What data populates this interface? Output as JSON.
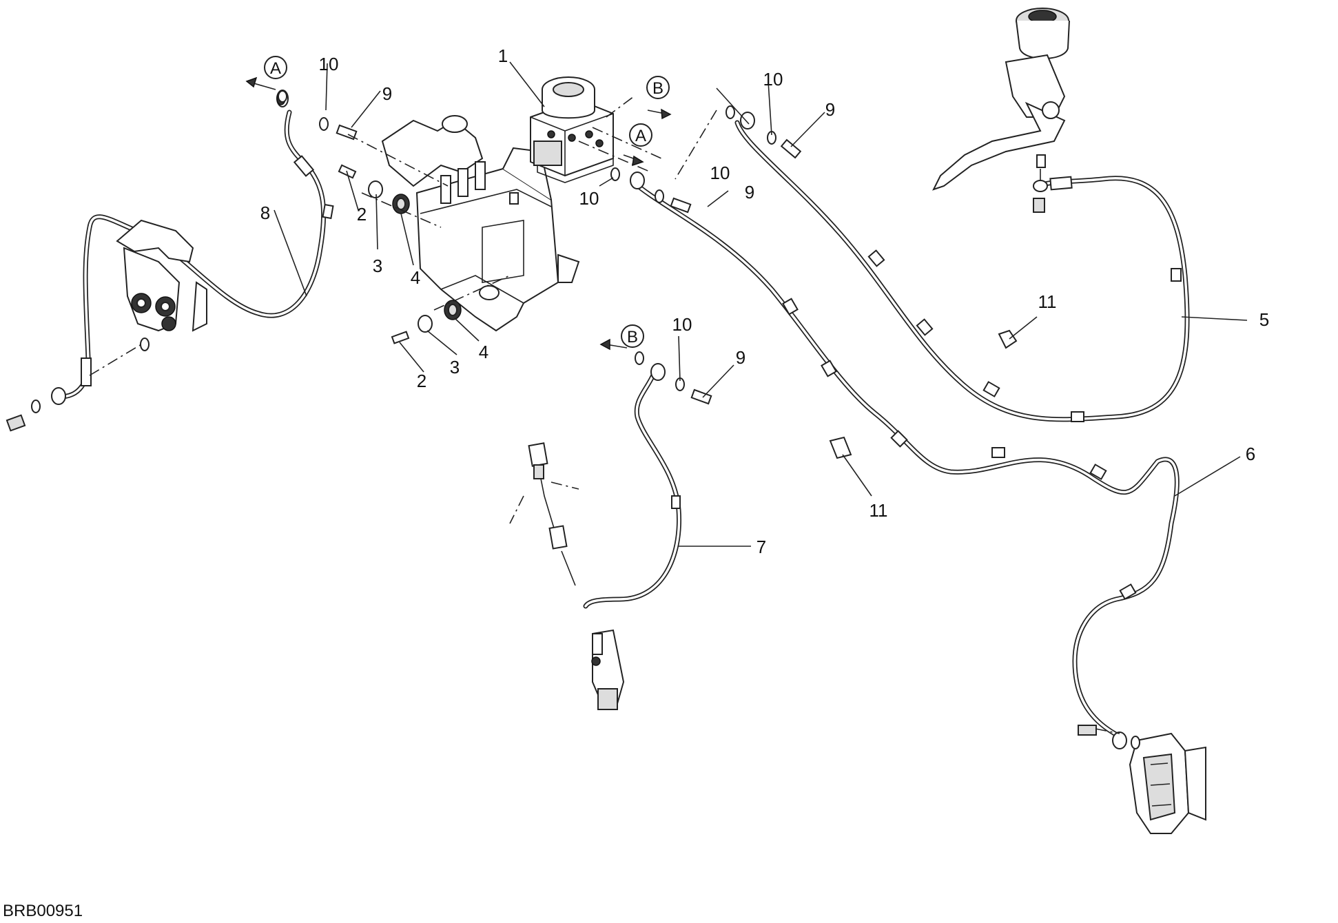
{
  "diagram": {
    "callouts": [
      {
        "id": "c1",
        "label": "1"
      },
      {
        "id": "c2a",
        "label": "2"
      },
      {
        "id": "c2b",
        "label": "2"
      },
      {
        "id": "c3a",
        "label": "3"
      },
      {
        "id": "c3b",
        "label": "3"
      },
      {
        "id": "c4a",
        "label": "4"
      },
      {
        "id": "c4b",
        "label": "4"
      },
      {
        "id": "c5",
        "label": "5"
      },
      {
        "id": "c6",
        "label": "6"
      },
      {
        "id": "c7",
        "label": "7"
      },
      {
        "id": "c8",
        "label": "8"
      },
      {
        "id": "c9a",
        "label": "9"
      },
      {
        "id": "c9b",
        "label": "9"
      },
      {
        "id": "c9c",
        "label": "9"
      },
      {
        "id": "c9d",
        "label": "9"
      },
      {
        "id": "c10a",
        "label": "10"
      },
      {
        "id": "c10b",
        "label": "10"
      },
      {
        "id": "c10c",
        "label": "10"
      },
      {
        "id": "c10d",
        "label": "10"
      },
      {
        "id": "c10e",
        "label": "10"
      },
      {
        "id": "c11a",
        "label": "11"
      },
      {
        "id": "c11b",
        "label": "11"
      }
    ],
    "connectors": [
      {
        "id": "refA1",
        "label": "A"
      },
      {
        "id": "refA2",
        "label": "A"
      },
      {
        "id": "refB1",
        "label": "B"
      },
      {
        "id": "refB2",
        "label": "B"
      }
    ],
    "drawing_code": "BRB00951"
  }
}
